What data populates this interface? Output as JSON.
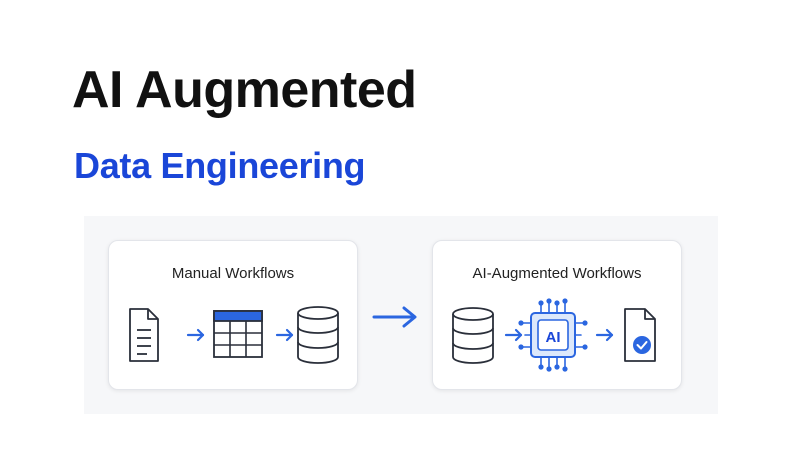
{
  "header": {
    "title": "AI Augmented",
    "subtitle": "Data Engineering"
  },
  "diagram": {
    "left_panel": {
      "title": "Manual Workflows"
    },
    "right_panel": {
      "title": "AI-Augmented Workflows",
      "chip_label": "AI"
    },
    "icons": {
      "left": [
        "document-icon",
        "spreadsheet-table-icon",
        "database-icon"
      ],
      "right": [
        "database-icon",
        "ai-chip-icon",
        "verified-document-icon"
      ],
      "arrow": "arrow-right-icon"
    },
    "colors": {
      "accent_blue": "#1a46d8",
      "arrow_blue": "#2b66e0",
      "icon_outline": "#2a2f3a",
      "chip_fill": "#dce8fb",
      "panel_background": "#f6f7f9"
    }
  }
}
